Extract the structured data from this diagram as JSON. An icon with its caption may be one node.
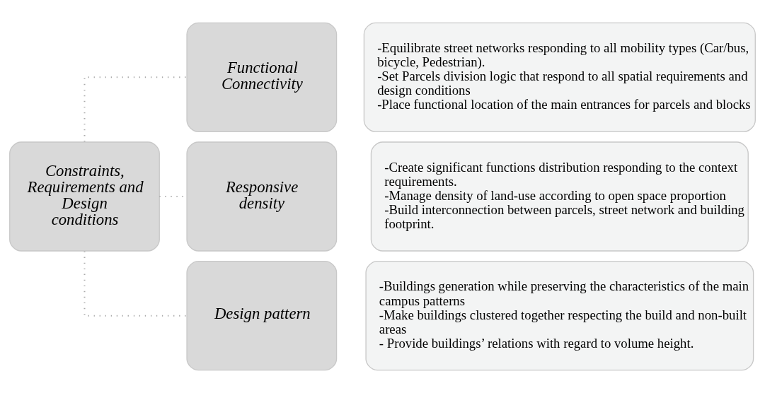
{
  "diagram": {
    "nodes": [
      {
        "text": [
          "Constraints, Requirements and Design conditions"
        ]
      },
      {
        "text": [
          "Functional Connectivity"
        ]
      },
      {
        "text": [
          "-Equilibrate street networks responding to all mobility types (Car/bus, bicycle, Pedestrian).",
          "-Set Parcels division logic that respond to all spatial requirements and design conditions",
          "-Place functional location of the main entrances for parcels and blocks"
        ]
      },
      {
        "text": [
          "Responsive density"
        ]
      },
      {
        "text": [
          "-Create significant functions distribution responding to the context requirements.",
          "-Manage density of land-use according to open space proportion",
          "-Build interconnection between parcels, street network and building footprint."
        ]
      },
      {
        "text": [
          "Design pattern"
        ]
      },
      {
        "text": [
          "-Buildings generation while preserving the characteristics of the main campus patterns",
          "-Make buildings clustered together respecting the build and non-built areas",
          "- Provide buildings’ relations with regard to volume height."
        ]
      }
    ],
    "edges": [
      {
        "from": 0,
        "to": 1,
        "arrow": "none",
        "style": "dashed"
      },
      {
        "from": 0,
        "to": 3,
        "arrow": "none",
        "style": "dashed"
      },
      {
        "from": 0,
        "to": 5,
        "arrow": "none",
        "style": "dashed"
      }
    ]
  }
}
